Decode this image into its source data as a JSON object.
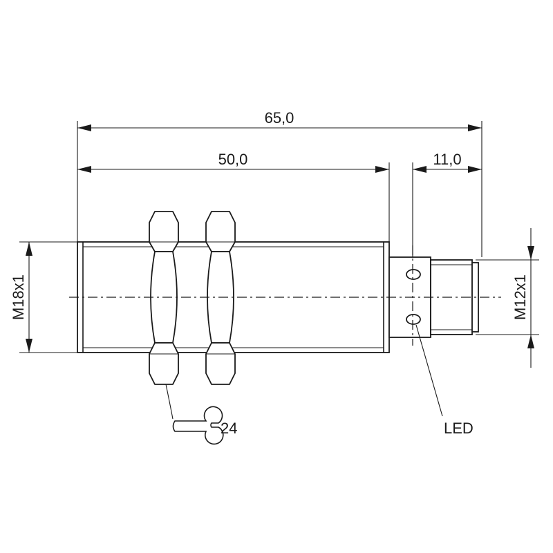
{
  "dimensions": {
    "overall_length": "65,0",
    "body_length": "50,0",
    "connector_length": "11,0",
    "body_thread": "M18x1",
    "connector_thread": "M12x1"
  },
  "wrench_size": "24",
  "led_label": "LED"
}
